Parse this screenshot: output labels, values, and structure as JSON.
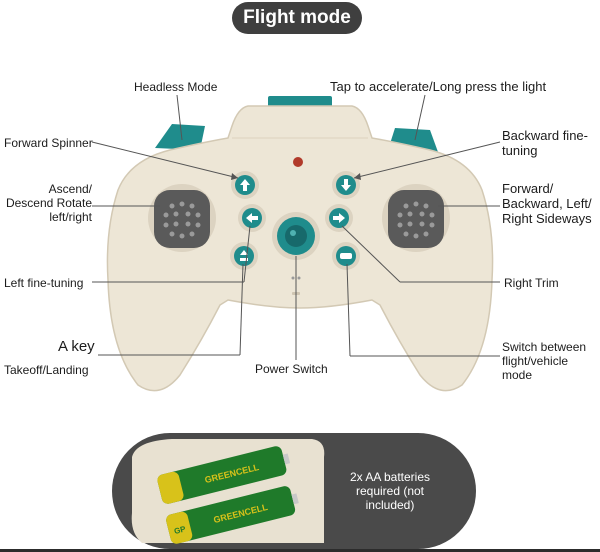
{
  "title": "Flight mode",
  "labels": {
    "headless_mode": "Headless Mode",
    "tap_accelerate": "Tap to accelerate/Long press the light",
    "forward_spinner": "Forward Spinner",
    "backward_fine_1": "Backward fine-",
    "backward_fine_2": "tuning",
    "ascend_1": "Ascend/",
    "ascend_2": "Descend Rotate",
    "ascend_3": "left/right",
    "forward_1": "Forward/",
    "forward_2": "Backward, Left/",
    "forward_3": "Right Sideways",
    "left_fine": "Left fine-tuning",
    "right_trim": "Right Trim",
    "a_key": "A key",
    "takeoff": "Takeoff/Landing",
    "power_switch": "Power Switch",
    "switch_1": "Switch between",
    "switch_2": "flight/vehicle",
    "switch_3": "mode"
  },
  "battery": {
    "line1": "2x AA batteries",
    "line2": "required (not",
    "line3": "included)",
    "brand": "GREENCELL",
    "brand_short": "GP"
  },
  "colors": {
    "body": "#ede6d6",
    "body_shade": "#d8cfbd",
    "teal": "#1f8c8c",
    "teal_dark": "#17696b",
    "speaker": "#5a5a5a",
    "battery_green": "#1f7a2a",
    "battery_yellow": "#d8c21a"
  },
  "icons": [
    "arrow-up-icon",
    "arrow-left-icon",
    "arrow-down-icon",
    "arrow-right-icon",
    "takeoff-icon",
    "mode-switch-icon",
    "power-knob-icon"
  ]
}
